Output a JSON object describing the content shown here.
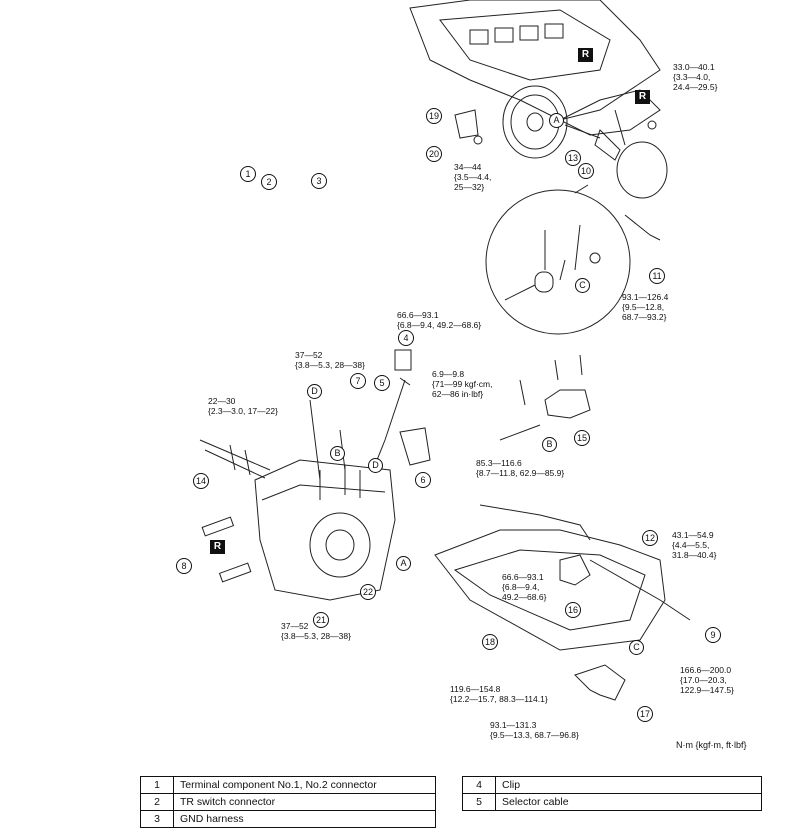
{
  "callouts": {
    "n1": "1",
    "n2": "2",
    "n3": "3",
    "n4": "4",
    "n5": "5",
    "n6": "6",
    "n7": "7",
    "n8": "8",
    "n9": "9",
    "n10": "10",
    "n11": "11",
    "n12": "12",
    "n13": "13",
    "n14": "14",
    "n15": "15",
    "n16": "16",
    "n17": "17",
    "n18": "18",
    "n19": "19",
    "n20": "20",
    "n21": "21",
    "n22": "22"
  },
  "letters": {
    "a": "A",
    "b": "B",
    "c": "C",
    "d": "D"
  },
  "replace_badge": "R",
  "torques": {
    "t1": "33.0—40.1\n{3.3—4.0,\n24.4—29.5}",
    "t2": "34—44\n{3.5—4.4,\n25—32}",
    "t3": "93.1—126.4\n{9.5—12.8,\n68.7—93.2}",
    "t4": "66.6—93.1\n{6.8—9.4, 49.2—68.6}",
    "t5": "37—52\n{3.8—5.3, 28—38}",
    "t6": "6.9—9.8\n{71—99 kgf·cm,\n62—86 in·lbf}",
    "t7": "22—30\n{2.3—3.0, 17—22}",
    "t8": "85.3—116.6\n{8.7—11.8, 62.9—85.9}",
    "t9": "43.1—54.9\n{4.4—5.5,\n31.8—40.4}",
    "t10": "66.6—93.1\n{6.8—9.4,\n49.2—68.6}",
    "t11": "37—52\n{3.8—5.3, 28—38}",
    "t12": "166.6—200.0\n{17.0—20.3,\n122.9—147.5}",
    "t13": "119.6—154.8\n{12.2—15.7, 88.3—114.1}",
    "t14": "93.1—131.3\n{9.5—13.3, 68.7—96.8}"
  },
  "units_note": "N·m {kgf·m, ft·lbf}",
  "legend_left": [
    {
      "num": "1",
      "label": "Terminal component No.1, No.2 connector"
    },
    {
      "num": "2",
      "label": "TR switch connector"
    },
    {
      "num": "3",
      "label": "GND harness"
    }
  ],
  "legend_right": [
    {
      "num": "4",
      "label": "Clip"
    },
    {
      "num": "5",
      "label": "Selector cable"
    }
  ]
}
